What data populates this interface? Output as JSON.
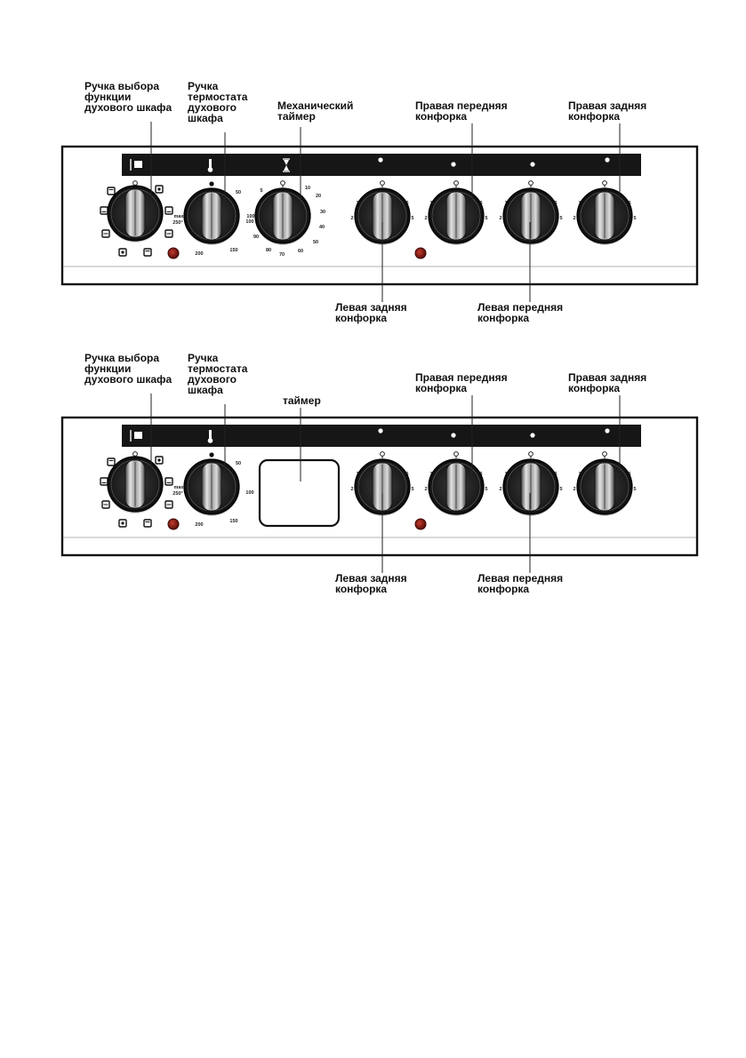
{
  "diagrams": [
    {
      "id": "mechanical",
      "labels": {
        "function_knob": [
          "Ручка выбора",
          "функции",
          "духового шкафа"
        ],
        "thermostat_knob": [
          "Ручка",
          "термостата",
          "духового",
          "шкафа"
        ],
        "timer": [
          "Механический",
          "таймер"
        ],
        "right_front": [
          "Правая передняя",
          "конфорка"
        ],
        "right_rear": [
          "Правая задняя",
          "конфорка"
        ],
        "left_rear": [
          "Левая задняя",
          "конфорка"
        ],
        "left_front": [
          "Левая передняя",
          "конфорка"
        ]
      },
      "thermostat_ticks": [
        "50",
        "100",
        "150",
        "200"
      ],
      "function_ticks": [
        "max",
        "250°"
      ],
      "timer_ticks": [
        "10",
        "20",
        "30",
        "40",
        "50",
        "60",
        "70",
        "80",
        "90",
        "100",
        "5"
      ],
      "burner_ticks": [
        "1",
        "2",
        "3",
        "4",
        "5",
        "6"
      ]
    },
    {
      "id": "electronic",
      "labels": {
        "function_knob": [
          "Ручка выбора",
          "функции",
          "духового шкафа"
        ],
        "thermostat_knob": [
          "Ручка",
          "термостата",
          "духового",
          "шкафа"
        ],
        "timer": [
          "таймер"
        ],
        "right_front": [
          "Правая передняя",
          "конфорка"
        ],
        "right_rear": [
          "Правая задняя",
          "конфорка"
        ],
        "left_rear": [
          "Левая задняя",
          "конфорка"
        ],
        "left_front": [
          "Левая передняя",
          "конфорка"
        ]
      },
      "thermostat_ticks": [
        "50",
        "100",
        "150",
        "200"
      ],
      "function_ticks": [
        "max",
        "250°"
      ],
      "burner_ticks": [
        "1",
        "2",
        "3",
        "4",
        "5",
        "6"
      ]
    }
  ],
  "colors": {
    "panel_stroke": "#111111",
    "strip": "#161616",
    "knob_dark": "#2a2a2a",
    "indicator_lamp": "#8a1b14"
  }
}
